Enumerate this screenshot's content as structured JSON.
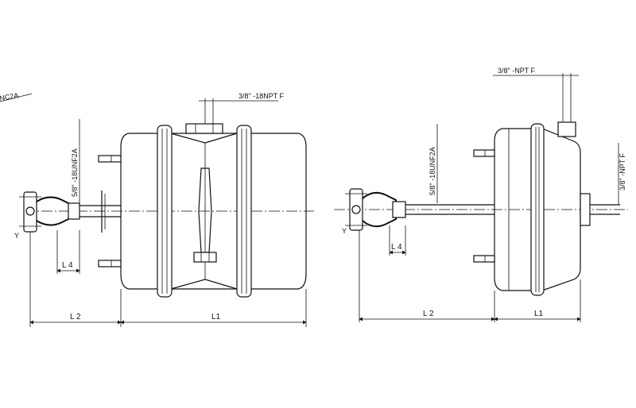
{
  "left_drawing": {
    "corner_label": "NC2A",
    "port_label": "3/8\" -18NPT F",
    "thread_label": "5/8\" -18UNF2A",
    "dim_l4": "L 4",
    "dim_l2": "L 2",
    "dim_l1": "L1"
  },
  "right_drawing": {
    "top_port_label": "3/8\" -NPT F",
    "side_port_label": "3/8\" -NPT F",
    "thread_label": "5/8\" -18UNF2A",
    "dim_l4": "L 4",
    "dim_l2": "L 2",
    "dim_l1": "L1"
  }
}
